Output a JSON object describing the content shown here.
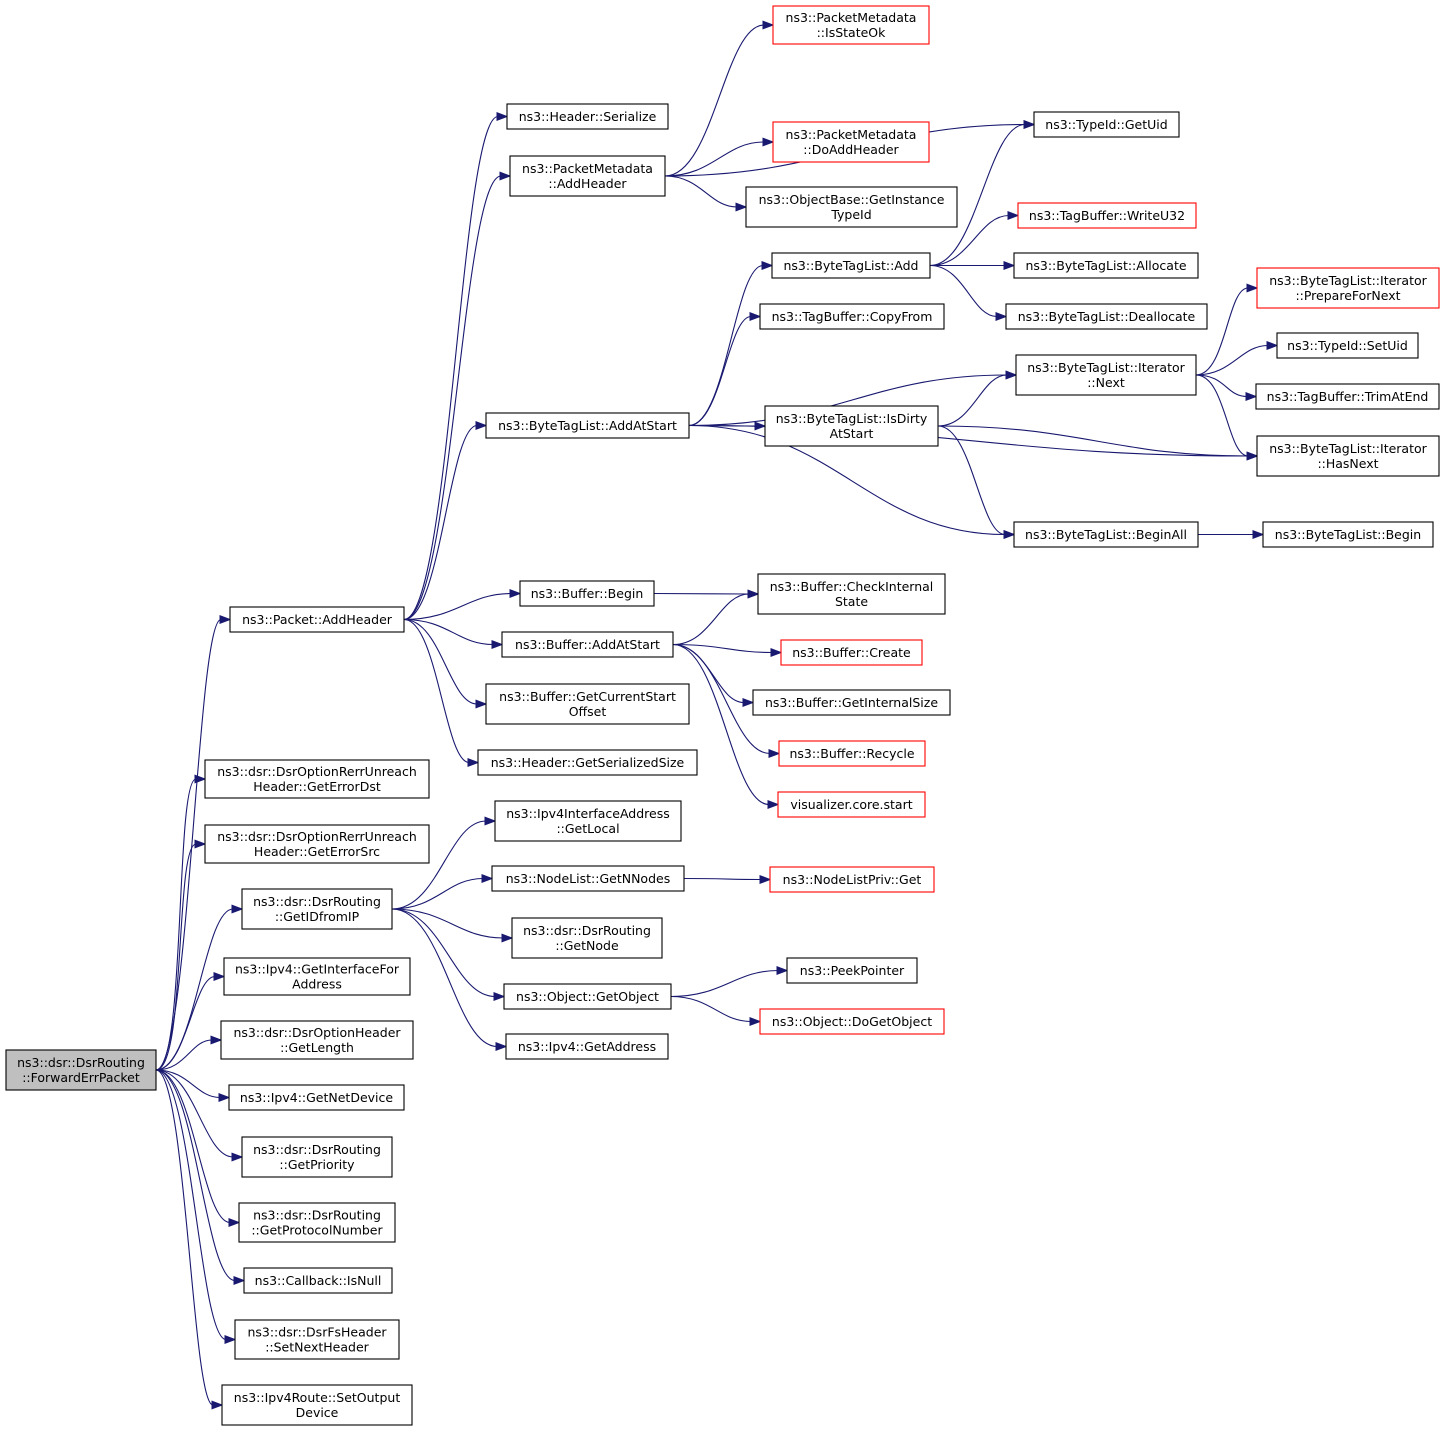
{
  "colors": {
    "edge": "#191970",
    "border_normal": "#000000",
    "border_truncated": "#ff0000",
    "root_fill": "#bfbfbf"
  },
  "nodes": [
    {
      "id": "root",
      "lines": [
        "ns3::dsr::DsrRouting",
        "::ForwardErrPacket"
      ],
      "root": true
    },
    {
      "id": "pkt_addheader",
      "lines": [
        "ns3::Packet::AddHeader"
      ]
    },
    {
      "id": "rerr_dst",
      "lines": [
        "ns3::dsr::DsrOptionRerrUnreach",
        "Header::GetErrorDst"
      ]
    },
    {
      "id": "rerr_src",
      "lines": [
        "ns3::dsr::DsrOptionRerrUnreach",
        "Header::GetErrorSrc"
      ]
    },
    {
      "id": "getidfromip",
      "lines": [
        "ns3::dsr::DsrRouting",
        "::GetIDfromIP"
      ]
    },
    {
      "id": "ipv4_getif",
      "lines": [
        "ns3::Ipv4::GetInterfaceFor",
        "Address"
      ]
    },
    {
      "id": "opt_getlength",
      "lines": [
        "ns3::dsr::DsrOptionHeader",
        "::GetLength"
      ]
    },
    {
      "id": "ipv4_getnetdev",
      "lines": [
        "ns3::Ipv4::GetNetDevice"
      ]
    },
    {
      "id": "getpriority",
      "lines": [
        "ns3::dsr::DsrRouting",
        "::GetPriority"
      ]
    },
    {
      "id": "getprotonum",
      "lines": [
        "ns3::dsr::DsrRouting",
        "::GetProtocolNumber"
      ]
    },
    {
      "id": "cb_isnull",
      "lines": [
        "ns3::Callback::IsNull"
      ]
    },
    {
      "id": "fs_setnext",
      "lines": [
        "ns3::dsr::DsrFsHeader",
        "::SetNextHeader"
      ]
    },
    {
      "id": "route_setout",
      "lines": [
        "ns3::Ipv4Route::SetOutput",
        "Device"
      ]
    },
    {
      "id": "hdr_serialize",
      "lines": [
        "ns3::Header::Serialize"
      ]
    },
    {
      "id": "pm_addheader",
      "lines": [
        "ns3::PacketMetadata",
        "::AddHeader"
      ]
    },
    {
      "id": "btl_addatstart",
      "lines": [
        "ns3::ByteTagList::AddAtStart"
      ]
    },
    {
      "id": "buf_begin",
      "lines": [
        "ns3::Buffer::Begin"
      ]
    },
    {
      "id": "buf_addatstart",
      "lines": [
        "ns3::Buffer::AddAtStart"
      ]
    },
    {
      "id": "buf_curstart",
      "lines": [
        "ns3::Buffer::GetCurrentStart",
        "Offset"
      ]
    },
    {
      "id": "hdr_sersize",
      "lines": [
        "ns3::Header::GetSerializedSize"
      ]
    },
    {
      "id": "ipv4ia_getlocal",
      "lines": [
        "ns3::Ipv4InterfaceAddress",
        "::GetLocal"
      ]
    },
    {
      "id": "nl_getnnodes",
      "lines": [
        "ns3::NodeList::GetNNodes"
      ]
    },
    {
      "id": "dsr_getnode",
      "lines": [
        "ns3::dsr::DsrRouting",
        "::GetNode"
      ]
    },
    {
      "id": "obj_getobject",
      "lines": [
        "ns3::Object::GetObject"
      ]
    },
    {
      "id": "ipv4_getaddr",
      "lines": [
        "ns3::Ipv4::GetAddress"
      ]
    },
    {
      "id": "pm_isstateok",
      "lines": [
        "ns3::PacketMetadata",
        "::IsStateOk"
      ],
      "truncated": true
    },
    {
      "id": "pm_doaddheader",
      "lines": [
        "ns3::PacketMetadata",
        "::DoAddHeader"
      ],
      "truncated": true
    },
    {
      "id": "ob_getinsttid",
      "lines": [
        "ns3::ObjectBase::GetInstance",
        "TypeId"
      ]
    },
    {
      "id": "btl_add",
      "lines": [
        "ns3::ByteTagList::Add"
      ]
    },
    {
      "id": "tb_copyfrom",
      "lines": [
        "ns3::TagBuffer::CopyFrom"
      ]
    },
    {
      "id": "btl_isdirty",
      "lines": [
        "ns3::ByteTagList::IsDirty",
        "AtStart"
      ]
    },
    {
      "id": "buf_checkint",
      "lines": [
        "ns3::Buffer::CheckInternal",
        "State"
      ]
    },
    {
      "id": "buf_create",
      "lines": [
        "ns3::Buffer::Create"
      ],
      "truncated": true
    },
    {
      "id": "buf_getintsize",
      "lines": [
        "ns3::Buffer::GetInternalSize"
      ]
    },
    {
      "id": "buf_recycle",
      "lines": [
        "ns3::Buffer::Recycle"
      ],
      "truncated": true
    },
    {
      "id": "vis_start",
      "lines": [
        "visualizer.core.start"
      ],
      "truncated": true
    },
    {
      "id": "nlp_get",
      "lines": [
        "ns3::NodeListPriv::Get"
      ],
      "truncated": true
    },
    {
      "id": "peekpointer",
      "lines": [
        "ns3::PeekPointer"
      ]
    },
    {
      "id": "obj_dogetobject",
      "lines": [
        "ns3::Object::DoGetObject"
      ],
      "truncated": true
    },
    {
      "id": "tid_getuid",
      "lines": [
        "ns3::TypeId::GetUid"
      ]
    },
    {
      "id": "tb_writeu32",
      "lines": [
        "ns3::TagBuffer::WriteU32"
      ],
      "truncated": true
    },
    {
      "id": "btl_allocate",
      "lines": [
        "ns3::ByteTagList::Allocate"
      ]
    },
    {
      "id": "btl_deallocate",
      "lines": [
        "ns3::ByteTagList::Deallocate"
      ]
    },
    {
      "id": "btli_next",
      "lines": [
        "ns3::ByteTagList::Iterator",
        "::Next"
      ]
    },
    {
      "id": "btl_beginall",
      "lines": [
        "ns3::ByteTagList::BeginAll"
      ]
    },
    {
      "id": "btli_prepare",
      "lines": [
        "ns3::ByteTagList::Iterator",
        "::PrepareForNext"
      ],
      "truncated": true
    },
    {
      "id": "tid_setuid",
      "lines": [
        "ns3::TypeId::SetUid"
      ]
    },
    {
      "id": "tb_trimatend",
      "lines": [
        "ns3::TagBuffer::TrimAtEnd"
      ]
    },
    {
      "id": "btli_hasnext",
      "lines": [
        "ns3::ByteTagList::Iterator",
        "::HasNext"
      ]
    },
    {
      "id": "btl_begin",
      "lines": [
        "ns3::ByteTagList::Begin"
      ]
    }
  ],
  "edges": [
    [
      "root",
      "pkt_addheader"
    ],
    [
      "root",
      "rerr_dst"
    ],
    [
      "root",
      "rerr_src"
    ],
    [
      "root",
      "getidfromip"
    ],
    [
      "root",
      "ipv4_getif"
    ],
    [
      "root",
      "opt_getlength"
    ],
    [
      "root",
      "ipv4_getnetdev"
    ],
    [
      "root",
      "getpriority"
    ],
    [
      "root",
      "getprotonum"
    ],
    [
      "root",
      "cb_isnull"
    ],
    [
      "root",
      "fs_setnext"
    ],
    [
      "root",
      "route_setout"
    ],
    [
      "pkt_addheader",
      "hdr_serialize"
    ],
    [
      "pkt_addheader",
      "pm_addheader"
    ],
    [
      "pkt_addheader",
      "btl_addatstart"
    ],
    [
      "pkt_addheader",
      "buf_begin"
    ],
    [
      "pkt_addheader",
      "buf_addatstart"
    ],
    [
      "pkt_addheader",
      "buf_curstart"
    ],
    [
      "pkt_addheader",
      "hdr_sersize"
    ],
    [
      "pm_addheader",
      "pm_isstateok"
    ],
    [
      "pm_addheader",
      "tid_getuid"
    ],
    [
      "pm_addheader",
      "pm_doaddheader"
    ],
    [
      "pm_addheader",
      "ob_getinsttid"
    ],
    [
      "btl_addatstart",
      "btl_add"
    ],
    [
      "btl_addatstart",
      "tb_copyfrom"
    ],
    [
      "btl_addatstart",
      "btli_next"
    ],
    [
      "btl_addatstart",
      "btl_isdirty"
    ],
    [
      "btl_addatstart",
      "btli_hasnext"
    ],
    [
      "btl_addatstart",
      "btl_beginall"
    ],
    [
      "btl_add",
      "tid_getuid"
    ],
    [
      "btl_add",
      "tb_writeu32"
    ],
    [
      "btl_add",
      "btl_allocate"
    ],
    [
      "btl_add",
      "btl_deallocate"
    ],
    [
      "btli_next",
      "btli_prepare"
    ],
    [
      "btli_next",
      "tid_setuid"
    ],
    [
      "btli_next",
      "tb_trimatend"
    ],
    [
      "btli_next",
      "btli_hasnext"
    ],
    [
      "btl_isdirty",
      "btli_next"
    ],
    [
      "btl_isdirty",
      "btli_hasnext"
    ],
    [
      "btl_isdirty",
      "btl_beginall"
    ],
    [
      "btl_beginall",
      "btl_begin"
    ],
    [
      "buf_begin",
      "buf_checkint"
    ],
    [
      "buf_addatstart",
      "buf_checkint"
    ],
    [
      "buf_addatstart",
      "buf_create"
    ],
    [
      "buf_addatstart",
      "buf_getintsize"
    ],
    [
      "buf_addatstart",
      "buf_recycle"
    ],
    [
      "buf_addatstart",
      "vis_start"
    ],
    [
      "getidfromip",
      "ipv4ia_getlocal"
    ],
    [
      "getidfromip",
      "nl_getnnodes"
    ],
    [
      "getidfromip",
      "dsr_getnode"
    ],
    [
      "getidfromip",
      "obj_getobject"
    ],
    [
      "getidfromip",
      "ipv4_getaddr"
    ],
    [
      "nl_getnnodes",
      "nlp_get"
    ],
    [
      "obj_getobject",
      "peekpointer"
    ],
    [
      "obj_getobject",
      "obj_dogetobject"
    ]
  ]
}
